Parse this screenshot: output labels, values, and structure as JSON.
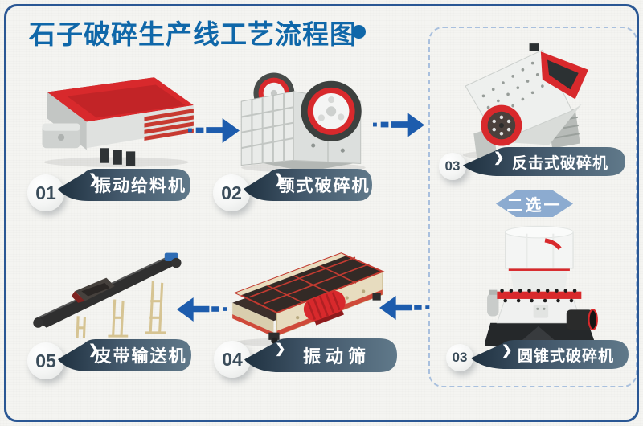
{
  "page": {
    "title": "石子破碎生产线工艺流程图",
    "colors": {
      "title_blue": "#0f67a9",
      "arrow_blue": "#1d5cad",
      "page_border_blue": "#2a5794",
      "dashed_border_blue": "#a9c0de",
      "ribbon_dark": "#1f3140",
      "ribbon_light": "#60798a",
      "choice_badge_blue": "#8cabd0",
      "machine_red": "#d8292c"
    }
  },
  "icons": {
    "chevron": "❯"
  },
  "flow": {
    "choice_badge": "二选一",
    "steps": [
      {
        "number": "01",
        "label": "振动给料机",
        "machine": "vibrating-feeder"
      },
      {
        "number": "02",
        "label": "颚式破碎机",
        "machine": "jaw-crusher"
      },
      {
        "number": "03",
        "label": "反击式破碎机",
        "machine": "impact-crusher"
      },
      {
        "number": "03",
        "label": "圆锥式破碎机",
        "machine": "cone-crusher"
      },
      {
        "number": "04",
        "label": "振动筛",
        "machine": "vibrating-screen"
      },
      {
        "number": "05",
        "label": "皮带输送机",
        "machine": "belt-conveyor"
      }
    ]
  }
}
